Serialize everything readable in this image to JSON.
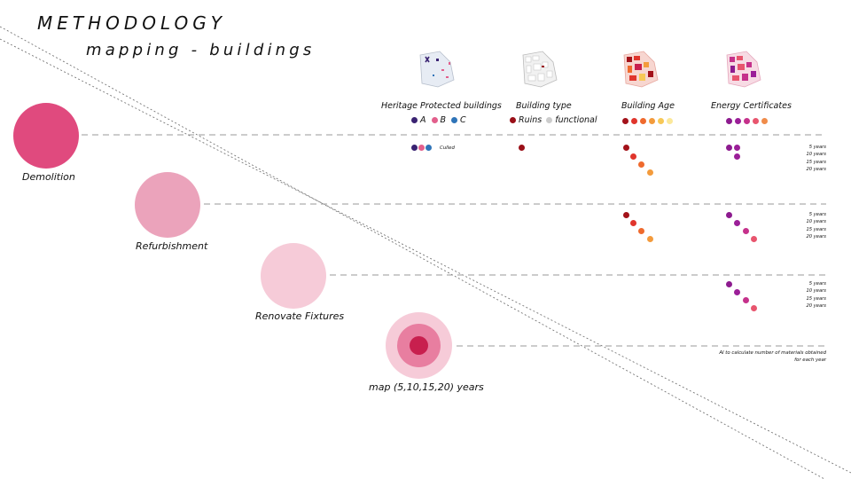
{
  "header": {
    "title": "METHODOLOGY",
    "subtitle": "mapping - buildings"
  },
  "rows": {
    "demolition": {
      "label": "Demolition",
      "color": "#e04a7e"
    },
    "refurbishment": {
      "label": "Refurbishment",
      "color": "#eba3bb"
    },
    "renovate": {
      "label": "Renovate Fixtures",
      "color": "#f6cbd8"
    },
    "map": {
      "label": "map (5,10,15,20) years",
      "ring_outer": "#f6cbd8",
      "ring_mid": "#e87ea0",
      "ring_inner": "#c81f4e"
    }
  },
  "columns": {
    "heritage": {
      "title": "Heritage Protected buildings",
      "legend": [
        {
          "label": "A",
          "color": "#3a2372"
        },
        {
          "label": "B",
          "color": "#e25f8c"
        },
        {
          "label": "C",
          "color": "#2f74b8"
        }
      ],
      "culled_label": "Culled"
    },
    "type": {
      "title": "Building type",
      "legend": [
        {
          "label": "Ruins",
          "color": "#9a0f18"
        },
        {
          "label": "functional",
          "color": "#cccccc"
        }
      ]
    },
    "age": {
      "title": "Building Age",
      "colors": [
        "#a3121a",
        "#e0352c",
        "#ef6a2d",
        "#f39b3c",
        "#f7c857",
        "#fbe89a"
      ]
    },
    "energy": {
      "title": "Energy Certificates",
      "colors": [
        "#8d1b8f",
        "#9b1f98",
        "#c5318b",
        "#e8556e",
        "#f08c4a"
      ]
    }
  },
  "years": [
    "5 years",
    "10 years",
    "15 years",
    "20 years"
  ],
  "note": {
    "line1": "AI to calculate number of materials obtained",
    "line2": "for each year"
  }
}
